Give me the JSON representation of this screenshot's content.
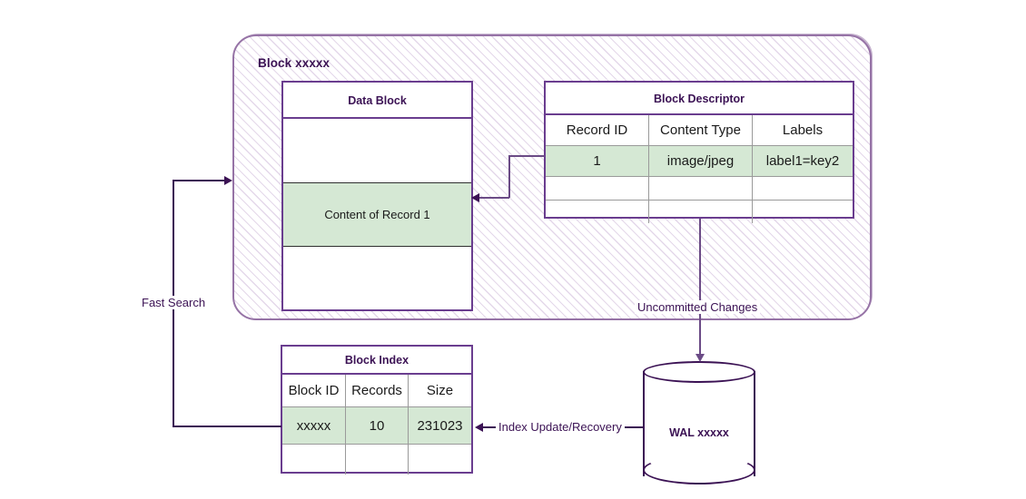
{
  "container": {
    "title": "Block xxxxx"
  },
  "data_block": {
    "title": "Data Block",
    "rows": [
      {
        "text": "",
        "highlight": false
      },
      {
        "text": "Content of Record 1",
        "highlight": true
      },
      {
        "text": "",
        "highlight": false
      }
    ]
  },
  "block_descriptor": {
    "title": "Block Descriptor",
    "columns": [
      "Record ID",
      "Content Type",
      "Labels"
    ],
    "rows": [
      {
        "cells": [
          "1",
          "image/jpeg",
          "label1=key2"
        ],
        "highlight": true
      },
      {
        "cells": [
          "",
          "",
          ""
        ],
        "highlight": false
      },
      {
        "cells": [
          "",
          "",
          ""
        ],
        "highlight": false
      }
    ]
  },
  "block_index": {
    "title": "Block Index",
    "columns": [
      "Block ID",
      "Records",
      "Size"
    ],
    "rows": [
      {
        "cells": [
          "xxxxx",
          "10",
          "231023"
        ],
        "highlight": true
      },
      {
        "cells": [
          "",
          "",
          ""
        ],
        "highlight": false
      }
    ]
  },
  "wal": {
    "label": "WAL xxxxx"
  },
  "edges": {
    "fast_search": "Fast Search",
    "uncommitted_changes": "Uncommitted Changes",
    "index_update_recovery": "Index Update/Recovery"
  },
  "colors": {
    "container_border": "#9673a6",
    "panel_border": "#6a3d8f",
    "title_text": "#3b1254",
    "highlight_fill": "#d5e8d4",
    "connector": "#6b4b86",
    "hatch": "#e4d8ea"
  }
}
